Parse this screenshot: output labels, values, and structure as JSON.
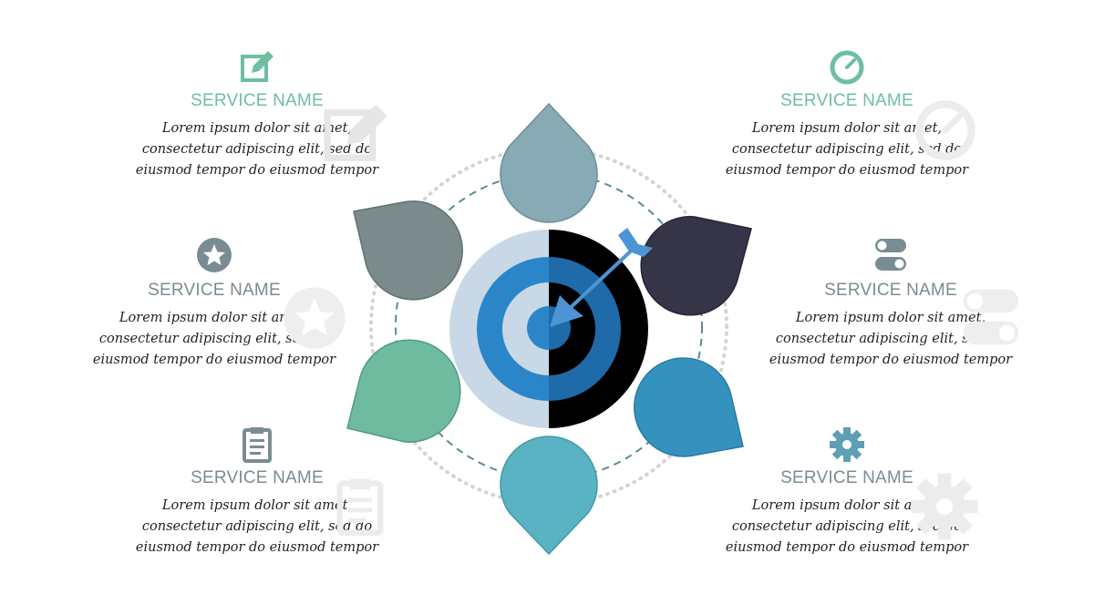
{
  "colors": {
    "title_green": "#6dbf9f",
    "title_gray": "#7a8c93",
    "icon_green": "#6dbf9f",
    "icon_gray": "#7a8c93",
    "drop_top": "#87aab4",
    "drop_top_left": "#7b8b8c",
    "drop_top_right": "#363447",
    "drop_bottom_left": "#6fbba0",
    "drop_bottom_right": "#3592be",
    "drop_bottom": "#5ab3c2",
    "target_light": "#c9d8e6",
    "target_blue": "#2a86c8",
    "target_dark": "#000000",
    "arrow": "#4c94d4"
  },
  "services": [
    {
      "title": "SERVICE NAME",
      "line1": "Lorem ipsum dolor sit amet,",
      "line2": "consectetur adipiscing elit, sed do",
      "line3": "eiusmod tempor do eiusmod tempor",
      "icon": "edit-icon"
    },
    {
      "title": "SERVICE NAME",
      "line1": "Lorem ipsum dolor sit amet,",
      "line2": "consectetur adipiscing elit, sed do",
      "line3": "eiusmod tempor do eiusmod tempor",
      "icon": "star-icon"
    },
    {
      "title": "SERVICE NAME",
      "line1": "Lorem ipsum dolor sit amet,",
      "line2": "consectetur adipiscing elit, sed do",
      "line3": "eiusmod tempor do eiusmod tempor",
      "icon": "clipboard-icon"
    },
    {
      "title": "SERVICE NAME",
      "line1": "Lorem ipsum dolor sit amet,",
      "line2": "consectetur adipiscing elit, sed do",
      "line3": "eiusmod tempor do eiusmod tempor",
      "icon": "speedometer-icon"
    },
    {
      "title": "SERVICE NAME",
      "line1": "Lorem ipsum dolor sit amet,",
      "line2": "consectetur adipiscing elit, sed do",
      "line3": "eiusmod tempor do eiusmod tempor",
      "icon": "toggle-icon"
    },
    {
      "title": "SERVICE NAME",
      "line1": "Lorem ipsum dolor sit amet,",
      "line2": "consectetur adipiscing elit, sed do",
      "line3": "eiusmod tempor do eiusmod tempor",
      "icon": "gear-icon"
    }
  ]
}
